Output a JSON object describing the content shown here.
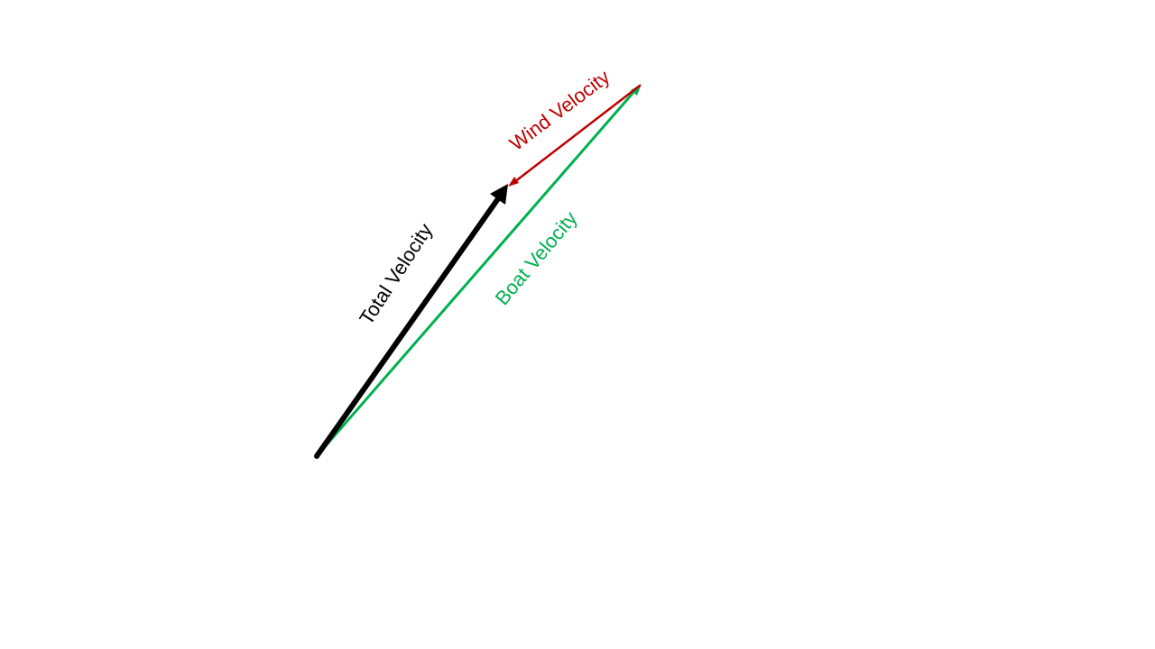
{
  "diagram": {
    "labels": {
      "total_velocity": "Total Velocity",
      "wind_velocity": "Wind Velocity",
      "boat_velocity": "Boat Velocity"
    },
    "colors": {
      "total_velocity": "#000000",
      "wind_velocity": "#C00000",
      "boat_velocity": "#00B050",
      "background": "#FFFFFF"
    }
  }
}
